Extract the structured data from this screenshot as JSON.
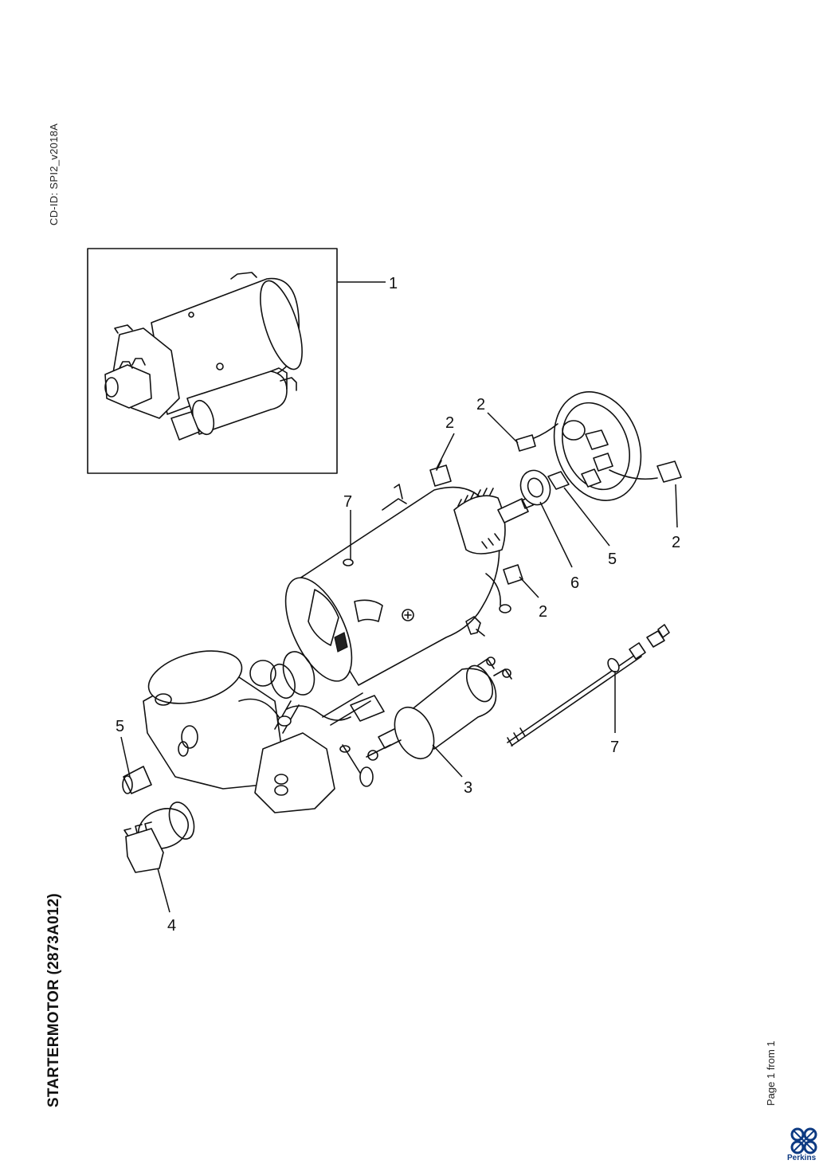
{
  "document": {
    "cd_id": "CD-ID: SPI2_v2018A",
    "title": "STARTERMOTOR (2873A012)",
    "page_label": "Page 1 from 1",
    "brand": "Perkins"
  },
  "colors": {
    "ink": "#111111",
    "brand_blue": "#0d3a82"
  },
  "callouts": {
    "c1": "1",
    "c2a": "2",
    "c2b": "2",
    "c2c": "2",
    "c2d": "2",
    "c3": "3",
    "c4": "4",
    "c5a": "5",
    "c5b": "5",
    "c6": "6",
    "c7a": "7",
    "c7b": "7"
  }
}
